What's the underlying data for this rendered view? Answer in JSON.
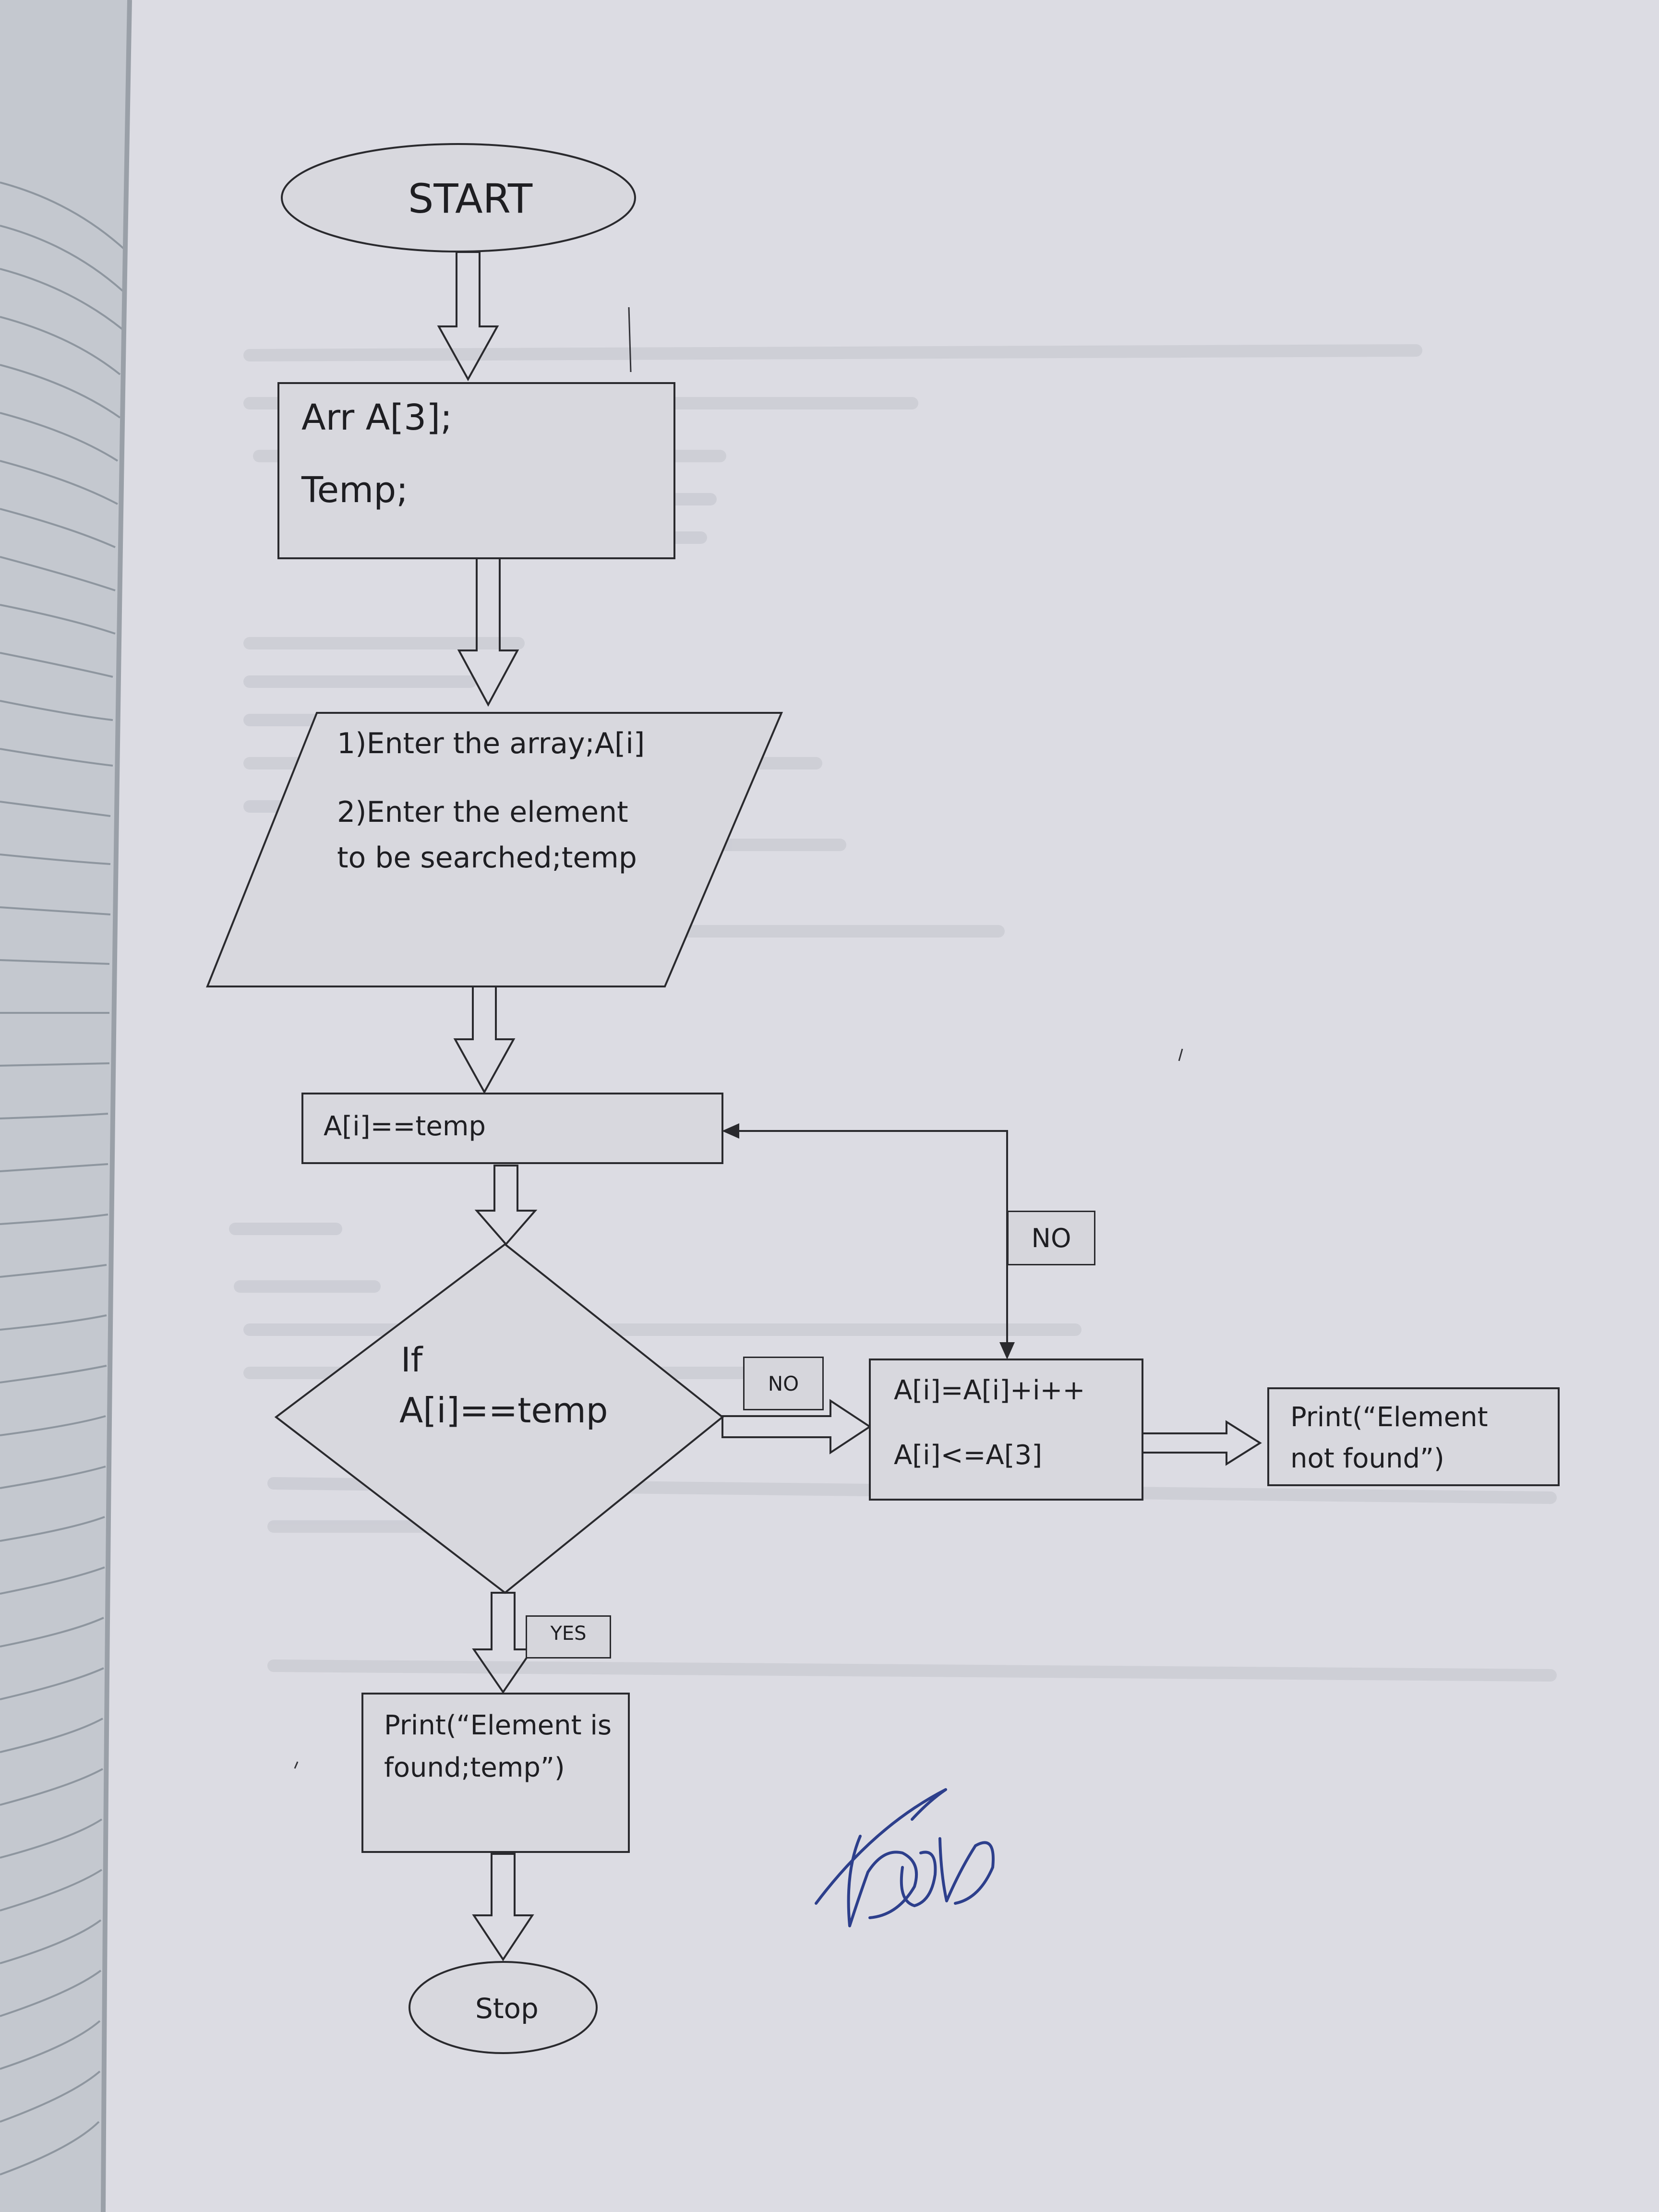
{
  "flowchart": {
    "start": "START",
    "declare": {
      "line1": "Arr A[3];",
      "line2": "Temp;"
    },
    "input": {
      "line1": "1)Enter the array;A[i]",
      "line2": "2)Enter the element",
      "line3": "to be searched;temp"
    },
    "compare_box": "A[i]==temp",
    "decision": {
      "line1": "If",
      "line2": "A[i]==temp"
    },
    "no_label_decision": "NO",
    "increment": {
      "line1": "A[i]=A[i]+i++",
      "line2": "A[i]<=A[3]"
    },
    "no_label_loop": "NO",
    "not_found": {
      "line1": "Print(“Element",
      "line2": "not found”)"
    },
    "yes_label": "YES",
    "found": {
      "line1": "Print(“Element is",
      "line2": "found;temp”)"
    },
    "stop": "Stop"
  },
  "colors": {
    "paper": "#dcdce3",
    "notebook": "#c4c8cf",
    "ink": "#2a2a2e",
    "signature_ink": "#2d3f8c"
  }
}
